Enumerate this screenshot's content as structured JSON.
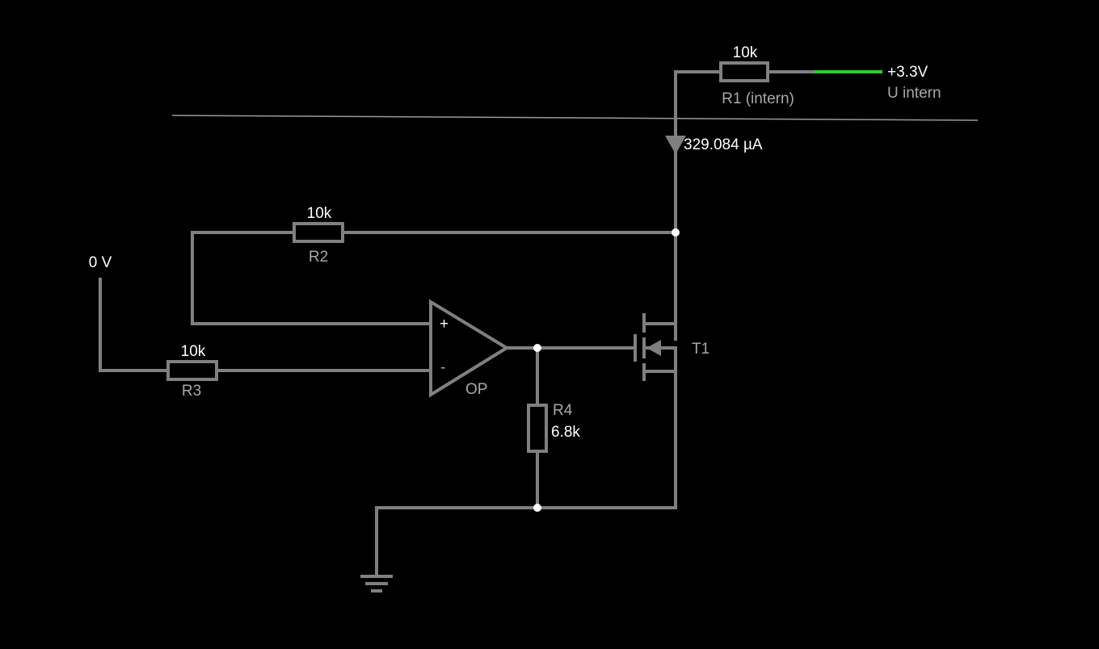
{
  "colors": {
    "background": "#000000",
    "wire": "#808080",
    "live_wire": "#2ecc2e",
    "node": "#ffffff",
    "value_text": "#ffffff",
    "label_text": "#a8a8a8",
    "divider": "#9a9a9a"
  },
  "components": {
    "r1": {
      "value": "10k",
      "label": "R1 (intern)"
    },
    "r2": {
      "value": "10k",
      "label": "R2"
    },
    "r3": {
      "value": "10k",
      "label": "R3"
    },
    "r4": {
      "value": "6.8k",
      "label": "R4"
    },
    "opamp": {
      "label": "OP",
      "plus": "+",
      "minus": "-"
    },
    "t1": {
      "label": "T1"
    }
  },
  "sources": {
    "supply": {
      "value": "+3.3V",
      "label": "U intern"
    },
    "input": {
      "value": "0 V"
    }
  },
  "meters": {
    "current": "329.084 µA"
  }
}
